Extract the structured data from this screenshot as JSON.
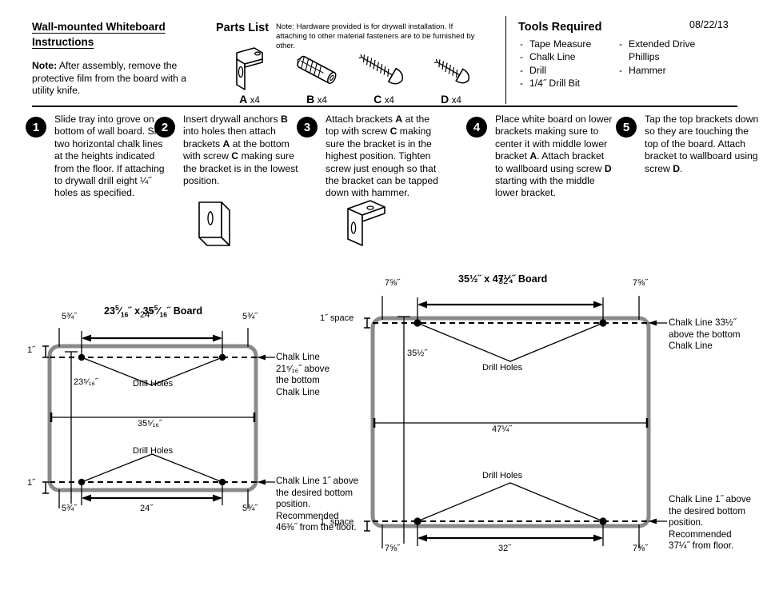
{
  "header": {
    "title": "Wall-mounted Whiteboard Instructions",
    "note_label": "Note:",
    "note_text": " After assembly, remove the protective film from the board with a utility knife.",
    "date": "08/22/13"
  },
  "parts": {
    "title": "Parts List",
    "note": "Note: Hardware provided is for drywall installation. If attaching to other material fasteners are to be furnished by other.",
    "items": [
      {
        "key": "A",
        "qty": "x4",
        "icon": "bracket-icon"
      },
      {
        "key": "B",
        "qty": "x4",
        "icon": "drywall-anchor-icon"
      },
      {
        "key": "C",
        "qty": "x4",
        "icon": "long-screw-icon"
      },
      {
        "key": "D",
        "qty": "x4",
        "icon": "short-screw-icon"
      }
    ]
  },
  "tools": {
    "title": "Tools Required",
    "column1": [
      "Tape Measure",
      "Chalk Line",
      "Drill",
      "1/4˝ Drill Bit"
    ],
    "column2": [
      "Extended Drive\nPhillips",
      "Hammer"
    ]
  },
  "steps": [
    {
      "number": "1",
      "text_html": "Slide tray into grove on bottom of wall board. Snap two horizontal chalk lines at the heights indicated from the floor. If attaching to drywall drill eight &#188;&#733; holes as specified."
    },
    {
      "number": "2",
      "text_html": "Insert drywall anchors <b>B</b> into holes then attach brackets <b>A</b> at the bottom with screw <b>C</b> making sure the bracket is in the lowest position."
    },
    {
      "number": "3",
      "text_html": "Attach brackets <b>A</b> at the top with screw <b>C</b> making sure the bracket is in the highest position. Tighten screw just enough so that the bracket can be tapped down with hammer."
    },
    {
      "number": "4",
      "text_html": "Place white board on lower brackets making sure to center it with middle lower bracket <b>A</b>. Attach bracket to wallboard using screw <b>D</b> starting with the  middle lower bracket."
    },
    {
      "number": "5",
      "text_html": "Tap the top brackets down so they are touching the top of the board. Attach bracket to wallboard using screw <b>D</b>."
    }
  ],
  "diagram_left": {
    "title_html": "23<sup class=\"fr\">5</sup>&#8260;<sub class=\"fr\">16</sub>&#733; x 35<sup class=\"fr\">5</sup>&#8260;<sub class=\"fr\">16</sub>&#733; Board",
    "board_width": "35⁵⁄₁₆˝",
    "board_height": "23⁵⁄₁₆˝",
    "margin_left_top": "5¾˝",
    "margin_right_top": "5¾˝",
    "margin_left_bottom": "5¾˝",
    "margin_right_bottom": "5¾˝",
    "span_top": "24˝",
    "span_bottom": "24˝",
    "offset_top": "1˝",
    "offset_bottom": "1˝",
    "drill_label_top": "Drill Holes",
    "drill_label_bottom": "Drill Holes",
    "annot_top": "Chalk Line 21⁵⁄₁₆˝ above the bottom Chalk Line",
    "annot_bottom": "Chalk Line 1˝ above the desired bottom position. Recommended 46⅜˝ from the floor."
  },
  "diagram_right": {
    "title": "35½˝ x 47¼˝ Board",
    "board_width": "47¼˝",
    "board_height": "35½˝",
    "margin_left_top": "7⅝˝",
    "margin_right_top": "7⅝˝",
    "margin_left_bottom": "7⅝˝",
    "margin_right_bottom": "7⅝˝",
    "span_top": "32˝",
    "span_bottom": "32˝",
    "offset_top": "1˝ space",
    "offset_bottom": "1˝ space",
    "drill_label_top": "Drill Holes",
    "drill_label_bottom": "Drill Holes",
    "annot_top": "Chalk Line 33½˝ above the bottom Chalk Line",
    "annot_bottom": "Chalk Line 1˝ above the desired bottom position. Recommended 37¼˝ from floor."
  },
  "colors": {
    "board_stroke": "#8a8a8a",
    "line": "#000000",
    "background": "#ffffff"
  }
}
